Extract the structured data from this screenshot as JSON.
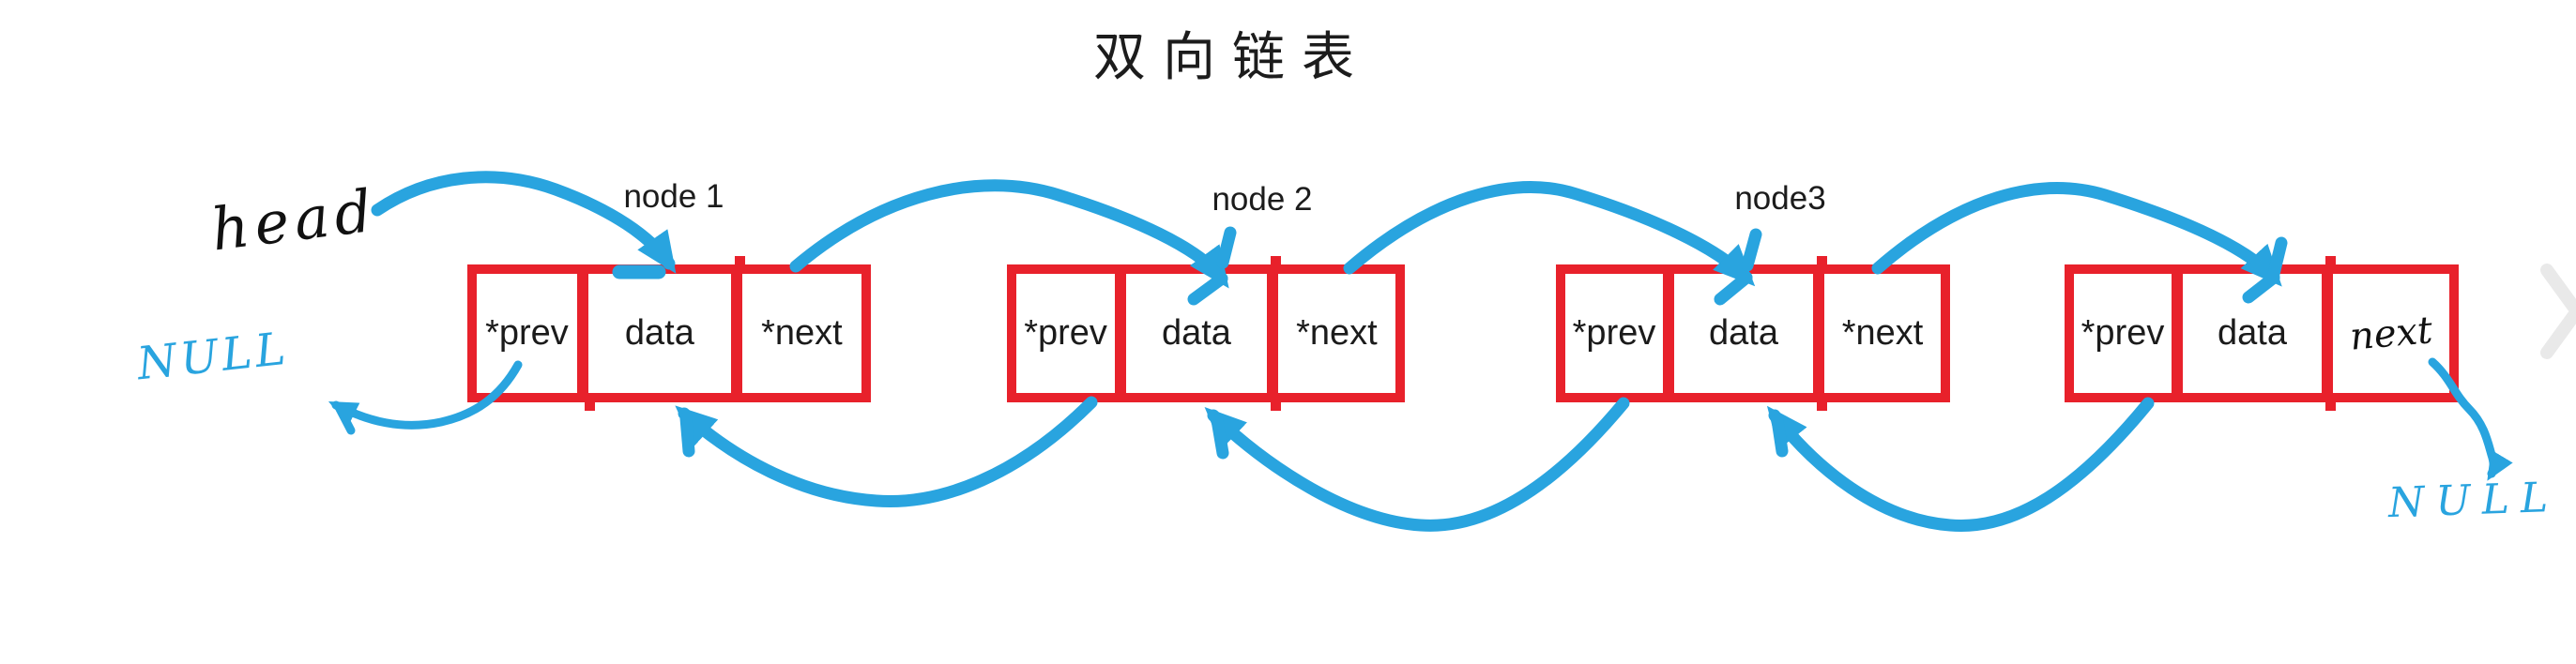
{
  "title": "双向链表",
  "head_label": "head",
  "null_left": "NULL",
  "null_right": "NULL",
  "nodes": [
    {
      "label": "node 1",
      "cells": [
        "*prev",
        "data",
        "*next"
      ]
    },
    {
      "label": "node 2",
      "cells": [
        "*prev",
        "data",
        "*next"
      ]
    },
    {
      "label": "node3",
      "cells": [
        "*prev",
        "data",
        "*next"
      ]
    },
    {
      "label": "",
      "cells": [
        "*prev",
        "data",
        "next"
      ]
    }
  ],
  "edges": [
    {
      "from": "head",
      "to": "node1.data",
      "style": "top-arc"
    },
    {
      "from": "node1.next",
      "to": "node2.data",
      "style": "top-arc"
    },
    {
      "from": "node2.next",
      "to": "node3.data",
      "style": "top-arc"
    },
    {
      "from": "node3.next",
      "to": "node4.data",
      "style": "top-arc"
    },
    {
      "from": "node1.prev",
      "to": "NULL-left",
      "style": "bottom-curve"
    },
    {
      "from": "node2.prev",
      "to": "node1.data",
      "style": "bottom-arc"
    },
    {
      "from": "node3.prev",
      "to": "node2.data",
      "style": "bottom-arc"
    },
    {
      "from": "node4.prev",
      "to": "node3.data",
      "style": "bottom-arc"
    },
    {
      "from": "node4.next",
      "to": "NULL-right",
      "style": "bottom-curve"
    }
  ],
  "icons": {
    "next_chevron": "❯"
  },
  "colors": {
    "red": "#e8212b",
    "blue": "#29a4df",
    "ink": "#1c1c1c",
    "chevron": "#e9e9e9"
  }
}
